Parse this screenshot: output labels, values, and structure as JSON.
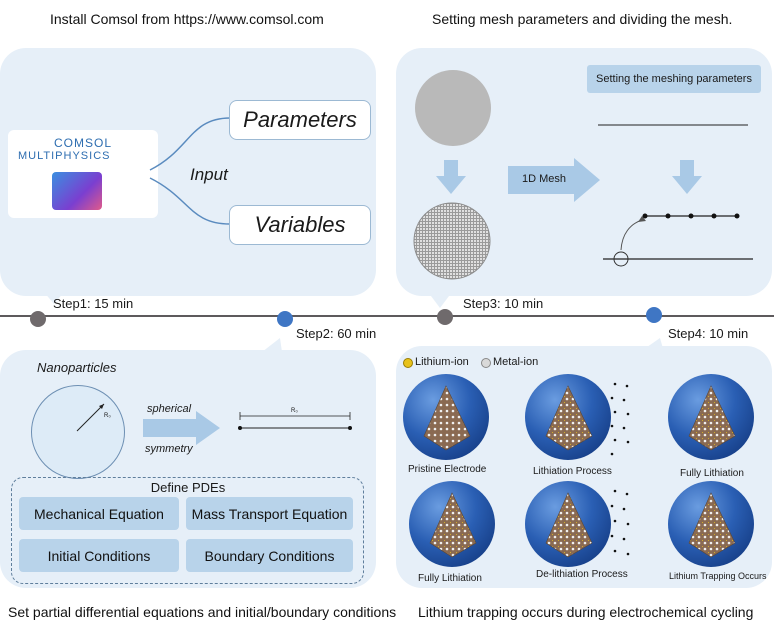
{
  "captions": {
    "top_left": "Install Comsol from https://www.comsol.com",
    "top_right": "Setting mesh parameters and dividing the mesh.",
    "bottom_left": "Set partial differential equations and initial/boundary conditions",
    "bottom_right": "Lithium trapping occurs during electrochemical cycling"
  },
  "comsol": {
    "logo_line1": "COMSOL",
    "logo_line2": "MULTIPHYSICS",
    "input_label": "Input",
    "parameters": "Parameters",
    "variables": "Variables"
  },
  "mesh": {
    "params_button": "Setting the meshing parameters",
    "mesh_1d_label": "1D Mesh"
  },
  "timeline": {
    "step1": "Step1: 15 min",
    "step2": "Step2: 60 min",
    "step3": "Step3: 10 min",
    "step4": "Step4: 10 min"
  },
  "pde": {
    "nanoparticles": "Nanoparticles",
    "spherical": "spherical",
    "symmetry": "symmetry",
    "radius_label": "R₀",
    "line_label": "R₀",
    "define_title": "Define PDEs",
    "mechanical": "Mechanical Equation",
    "mass_transport": "Mass Transport Equation",
    "initial": "Initial Conditions",
    "boundary": "Boundary Conditions"
  },
  "lithium": {
    "legend_li": "Lithium-ion",
    "legend_metal": "Metal-ion",
    "pristine": "Pristine Electrode",
    "lithiation": "Lithiation Process",
    "fully1": "Fully Lithiation",
    "fully2": "Fully Lithiation",
    "delithiation": "De-lithiation Process",
    "trapping": "Lithium Trapping Occurs"
  },
  "colors": {
    "panel": "#e6eff8",
    "accent_blue": "#3f76c4",
    "step_gray": "#6f6a6c",
    "pde_box": "#b8d3ea",
    "arrow": "#a9c9e6"
  }
}
